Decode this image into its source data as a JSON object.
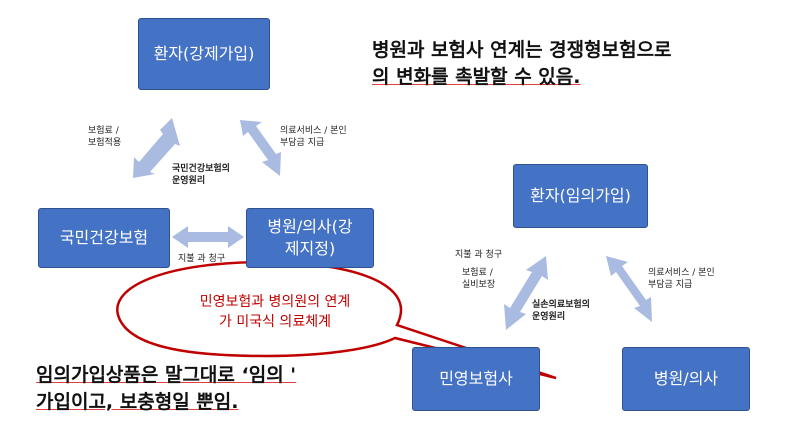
{
  "left_diagram": {
    "top_box": "환자(강제가입)",
    "left_box": "국민건강보험",
    "right_box": "병원/의사(강제지정)",
    "label_left_arrow": [
      "보험료 /",
      "보험적용"
    ],
    "label_right_arrow": [
      "의료서비스 / 본인",
      "부담금 지급"
    ],
    "label_center": [
      "국민건강보험의",
      "운영원리"
    ],
    "label_bottom_arrow": "지불 과 청구"
  },
  "right_diagram": {
    "top_box": "환자(임의가입)",
    "left_box": "민영보험사",
    "right_box": "병원/의사",
    "label_top_left": "지불 과 청구",
    "label_left_arrow": [
      "보험료 /",
      "실비보장"
    ],
    "label_right_arrow": [
      "의료서비스 / 본인",
      "부담금 지급"
    ],
    "label_center": [
      "실손의료보험의",
      "운영원리"
    ]
  },
  "headline": [
    "병원과 보험사 연계는 경쟁형보험으로",
    "의 변화를 촉발할 수 있음."
  ],
  "callout": [
    "민영보험과 병의원의 연계",
    "가 미국식 의료체계"
  ],
  "bottom_note": [
    "임의가입상품은 말그대로 ‘임의 '",
    "가입이고, 보충형일 뿐임."
  ],
  "colors": {
    "box": "#4472c4",
    "arrow": "#a9bbe0",
    "callout_border": "#c00000",
    "callout_text": "#c00000"
  }
}
